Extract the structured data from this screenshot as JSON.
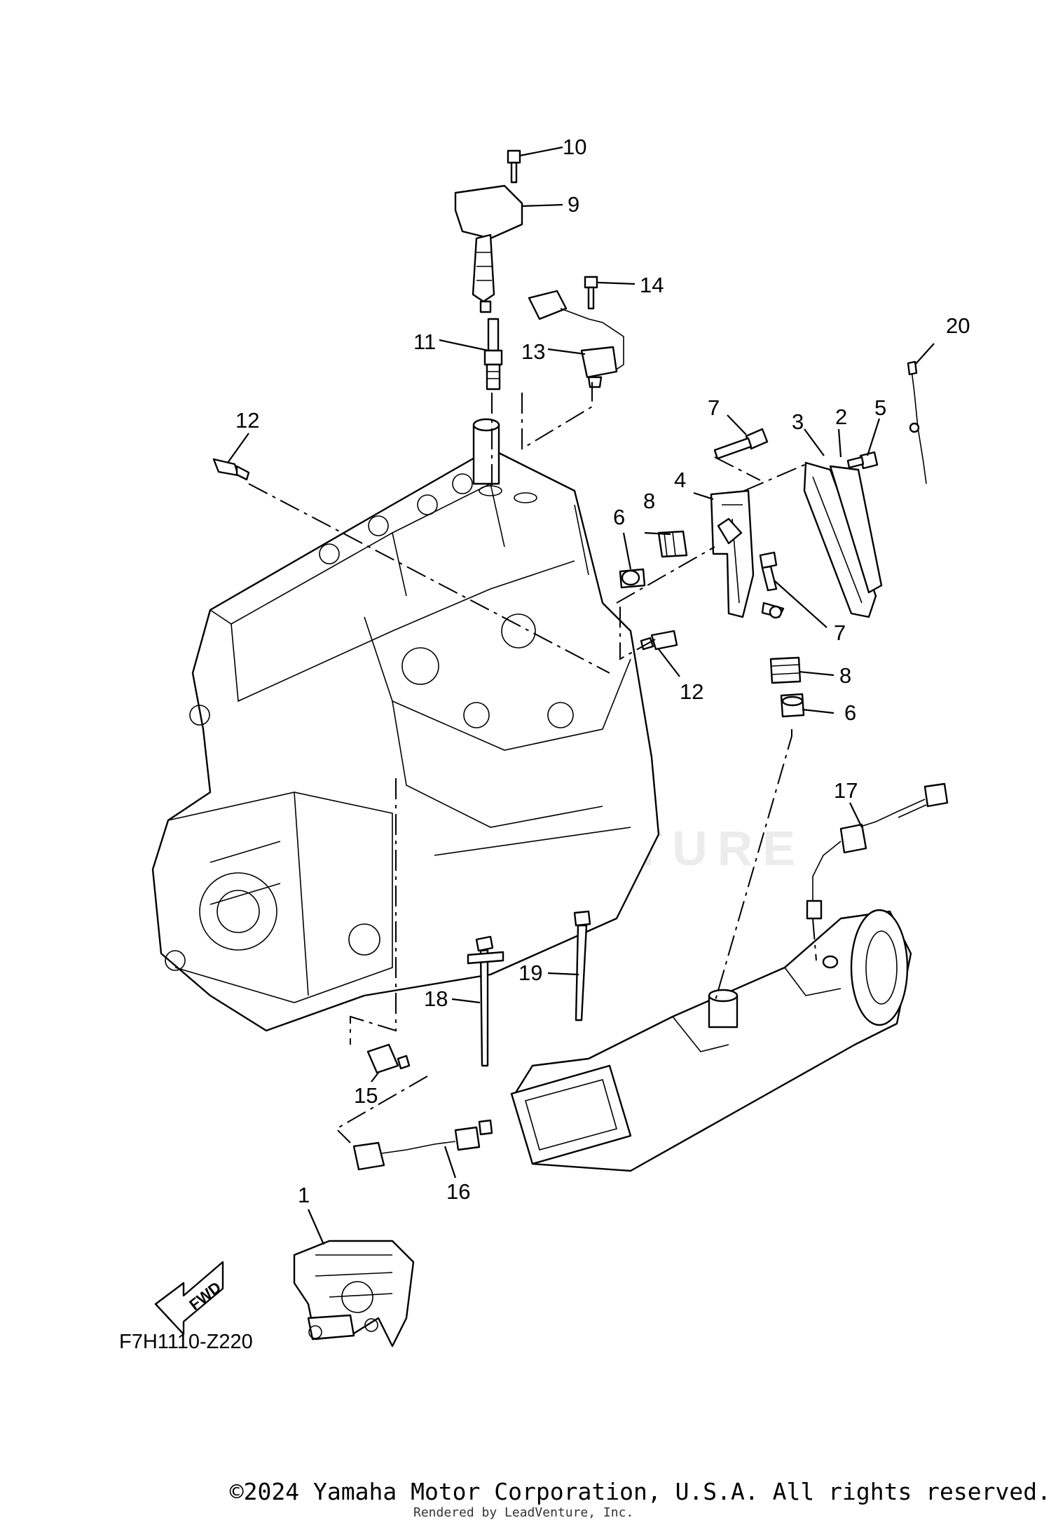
{
  "diagram": {
    "callouts": {
      "c1": "1",
      "c2": "2",
      "c3": "3",
      "c4": "4",
      "c5": "5",
      "c6a": "6",
      "c6b": "6",
      "c7a": "7",
      "c7b": "7",
      "c8a": "8",
      "c8b": "8",
      "c9": "9",
      "c10": "10",
      "c11": "11",
      "c12a": "12",
      "c12b": "12",
      "c13": "13",
      "c14": "14",
      "c15": "15",
      "c16": "16",
      "c17": "17",
      "c18": "18",
      "c19": "19",
      "c20": "20"
    },
    "fwd_label": "FWD",
    "diagram_code": "F7H1110-Z220",
    "watermark": "LEADVENTURE"
  },
  "footer": {
    "copyright": "©2024 Yamaha Motor Corporation, U.S.A. All rights reserved.",
    "credit": "Rendered by LeadVenture, Inc."
  }
}
